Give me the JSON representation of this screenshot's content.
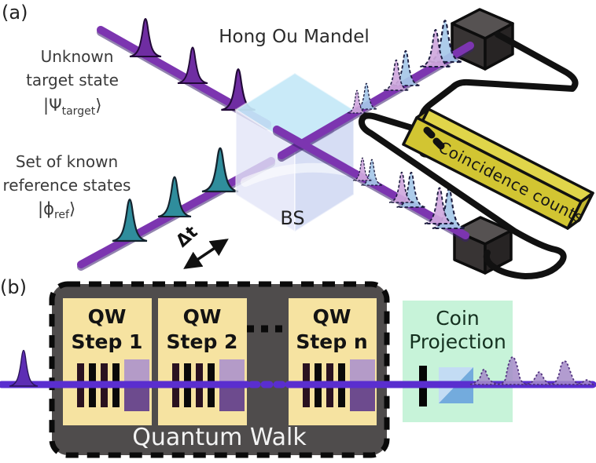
{
  "figure": {
    "panel_a": {
      "label": "(a)",
      "title": "Hong Ou Mandel",
      "beamsplitter_label": "BS",
      "target": {
        "line1": "Unknown",
        "line2": "target state",
        "ket_pre": "|Ψ",
        "ket_sub": "target",
        "ket_post": "⟩"
      },
      "reference": {
        "line1": "Set of known",
        "line2": "reference states",
        "ket_pre": "|ϕ",
        "ket_sub": "ref",
        "ket_post": "⟩"
      },
      "delay_label": "Δt",
      "coincidence_label": "Coincidence counts"
    },
    "panel_b": {
      "label": "(b)",
      "container_label": "Quantum Walk",
      "steps": [
        {
          "line1": "QW",
          "line2": "Step 1"
        },
        {
          "line1": "QW",
          "line2": "Step 2"
        },
        {
          "line1": "QW",
          "line2": "Step n"
        }
      ],
      "coin_projection": {
        "line1": "Coin",
        "line2": "Projection"
      }
    },
    "colors": {
      "beam_a": "#7c35b0",
      "beam_a_shadow": "#3a1f6e",
      "beam_b": "#5a2ecf",
      "pulse_purple": "#6f2da2",
      "pulse_teal": "#2f8d9c",
      "pulse_lavender": "#cfa8dd",
      "pulse_blue": "#a6c8e8",
      "detector_gray": "#383434",
      "wire_black": "#111111",
      "coincidence_yellow": "#d2c532",
      "panel_gray": "#4f4c4c",
      "card_yellow": "#f6e3a1",
      "mint_green": "#c7f3d9",
      "dist_purple": "#a58bc8"
    }
  }
}
